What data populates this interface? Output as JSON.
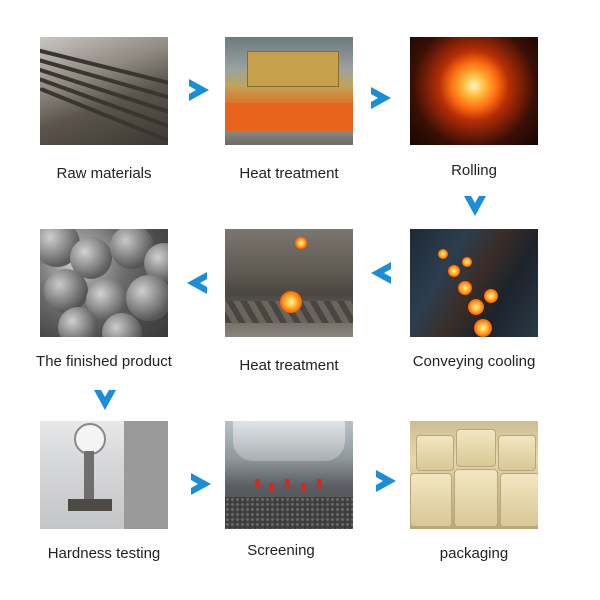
{
  "steps": {
    "raw_materials": "Raw materials",
    "heat_treatment_1": "Heat treatment",
    "rolling": "Rolling",
    "conveying_cooling": "Conveying cooling",
    "heat_treatment_2": "Heat treatment",
    "finished_product": "The finished product",
    "hardness_testing": "Hardness testing",
    "screening": "Screening",
    "packaging": "packaging"
  },
  "colors": {
    "arrow": "#1a8fd8",
    "text": "#222222",
    "background": "#ffffff"
  }
}
